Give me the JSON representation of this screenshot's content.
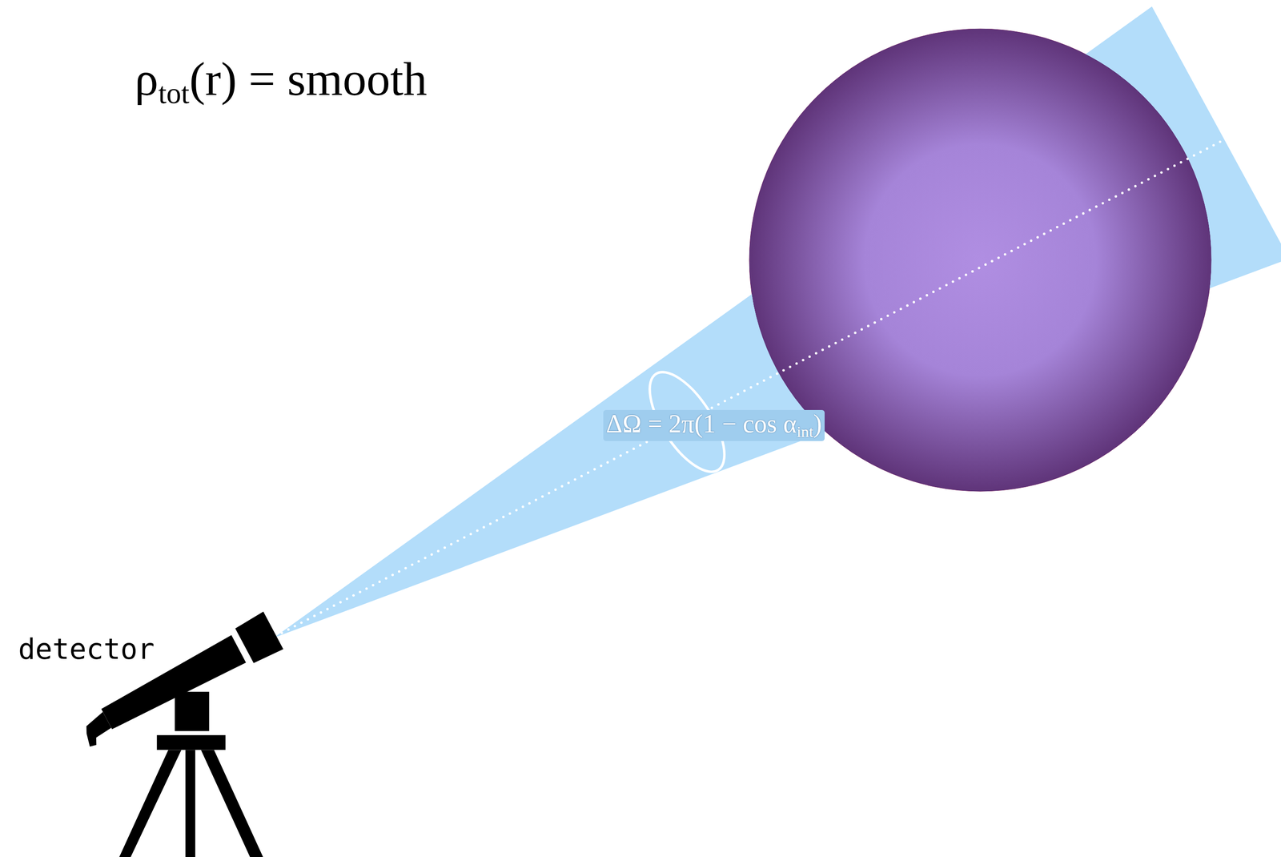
{
  "diagram": {
    "labels": [
      "ρ",
      "tot",
      "(r) = smooth",
      "ΔΩ = 2π(1 − cos α",
      "int",
      ")",
      "detector"
    ]
  }
}
